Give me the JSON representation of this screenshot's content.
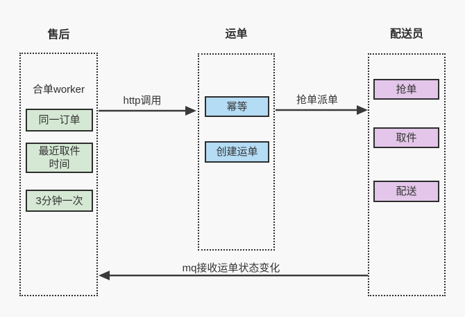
{
  "page": {
    "background": "#f8f8f8"
  },
  "colors": {
    "lane_border": "#2f2f2f",
    "node_border": "#2d2d2d",
    "text": "#333333",
    "arrow": "#3a3a3a",
    "green_fill": "#d5e8d4",
    "blue_fill": "#b4dcf4",
    "purple_fill": "#e3c6e9"
  },
  "lanes": {
    "after_sales": {
      "title": "售后",
      "worker": "合单worker",
      "nodes": {
        "same_order": "同一订单",
        "latest_pickup_time": "最近取件时间",
        "every_3_min": "3分钟一次"
      }
    },
    "waybill": {
      "title": "运单",
      "nodes": {
        "idempotent": "幂等",
        "create_waybill": "创建运单"
      }
    },
    "courier": {
      "title": "配送员",
      "nodes": {
        "grab_order": "抢单",
        "pickup": "取件",
        "delivery": "配送"
      }
    }
  },
  "arrows": {
    "http_call": "http调用",
    "grab_dispatch": "抢单派单",
    "mq_status": "mq接收运单状态变化"
  }
}
